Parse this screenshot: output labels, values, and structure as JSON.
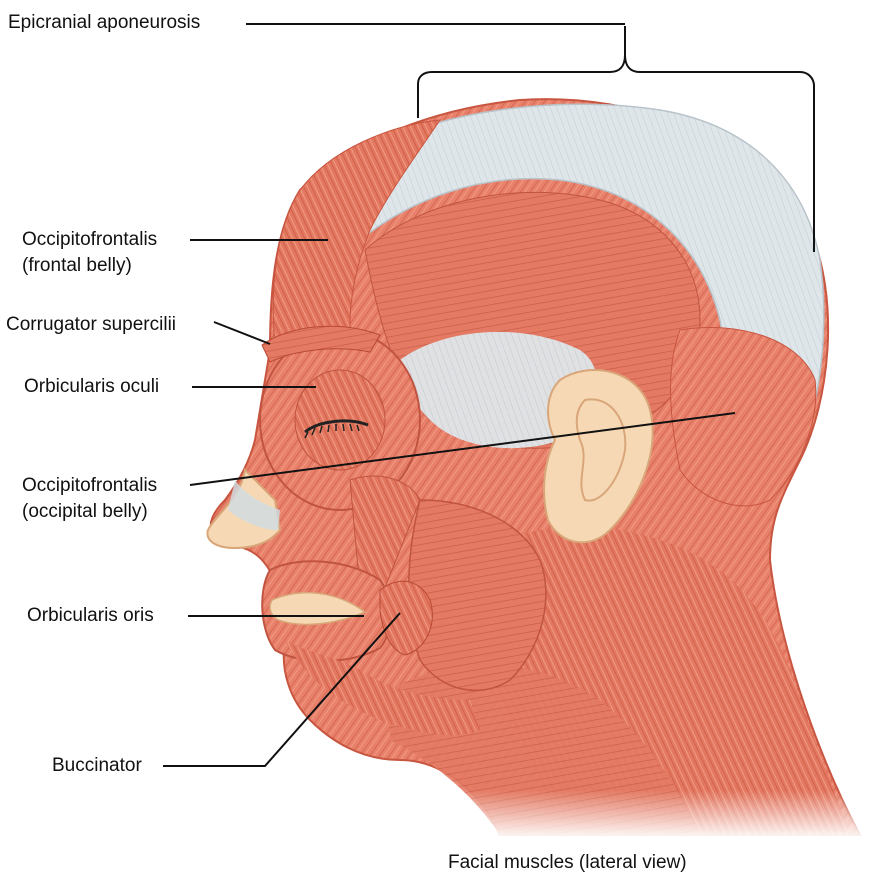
{
  "labels": {
    "epicranial": "Epicranial aponeurosis",
    "frontal_1": "Occipitofrontalis",
    "frontal_2": "(frontal belly)",
    "corrugator": "Corrugator supercilii",
    "oculi": "Orbicularis oculi",
    "occipital_1": "Occipitofrontalis",
    "occipital_2": "(occipital belly)",
    "oris": "Orbicularis oris",
    "buccinator": "Buccinator"
  },
  "caption": "Facial muscles (lateral view)",
  "colors": {
    "muscle": "#e8806a",
    "muscle_dark": "#c8553f",
    "muscle_light": "#f2a08c",
    "tendon": "#d9e2e8",
    "skin": "#f6d9b4",
    "leader": "#111111"
  }
}
